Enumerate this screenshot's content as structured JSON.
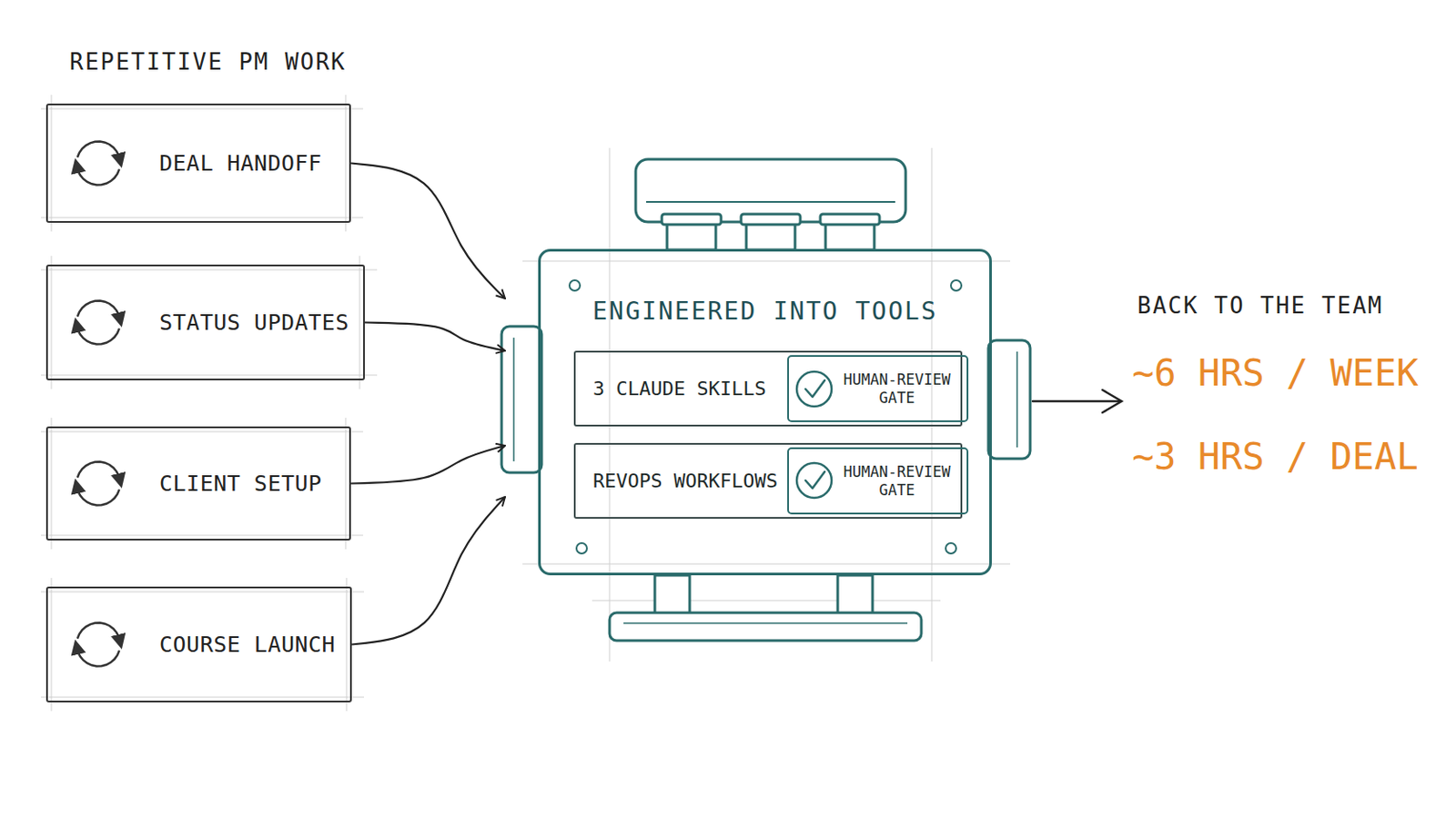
{
  "diagram": {
    "title": "REPETITIVE PM WORK",
    "nodes": [
      {
        "text": [
          "DEAL HANDOFF"
        ]
      },
      {
        "text": [
          "STATUS UPDATES"
        ]
      },
      {
        "text": [
          "CLIENT SETUP"
        ]
      },
      {
        "text": [
          "COURSE LAUNCH"
        ]
      },
      {
        "text": [
          "ENGINEERED INTO TOOLS"
        ]
      },
      {
        "text": [
          "3 CLAUDE SKILLS"
        ],
        "in": 4
      },
      {
        "text": [
          "HUMAN-REVIEW GATE"
        ],
        "in": 5
      },
      {
        "text": [
          "REVOPS WORKFLOWS"
        ],
        "in": 4
      },
      {
        "text": [
          "HUMAN-REVIEW GATE"
        ],
        "in": 7
      }
    ],
    "edges": [
      {
        "from": 0,
        "to": 4,
        "arrow": "to"
      },
      {
        "from": 1,
        "to": 4,
        "arrow": "to"
      },
      {
        "from": 2,
        "to": 4,
        "arrow": "to"
      },
      {
        "from": 3,
        "to": 4,
        "arrow": "to"
      }
    ],
    "labels": [
      "BACK TO THE TEAM",
      "~6 HRS / WEEK",
      "~3 HRS / DEAL"
    ]
  }
}
